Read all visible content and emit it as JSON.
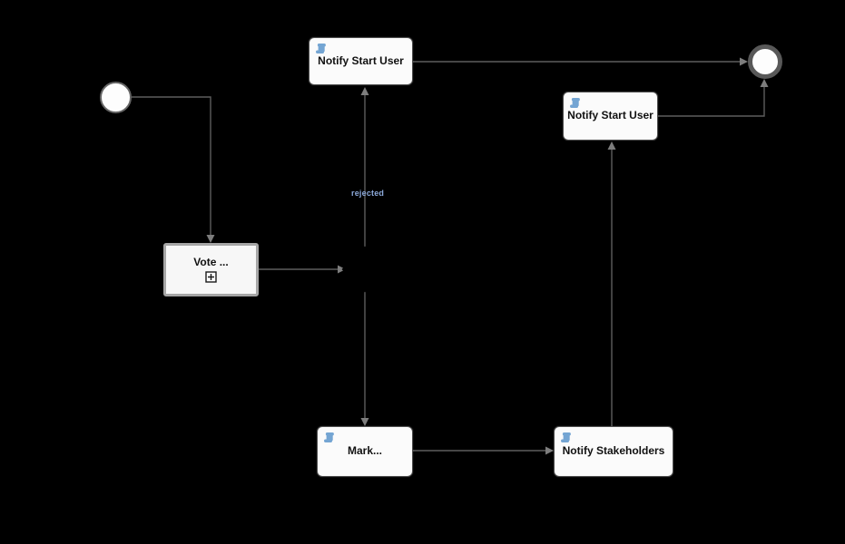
{
  "diagram": {
    "kind": "bpmn-process-diagram",
    "background_color": "#000000",
    "colors": {
      "task_fill": "#fbfbfb",
      "task_border": "#4d4d4d",
      "call_activity_border": "#a6a6a6",
      "flow_line": "#5d5d5d",
      "arrowhead": "#7d7d7d",
      "script_icon_blue": "#74a5d3",
      "node_label_text": "#111111",
      "flow_label_blue": "#8ca9da",
      "end_event_border": "#585858",
      "start_event_border": "#666666"
    },
    "nodes": [
      {
        "id": "start-event",
        "type": "start-event",
        "label": ""
      },
      {
        "id": "task-notify-start-user-top",
        "type": "script-task",
        "label": "Notify Start User"
      },
      {
        "id": "call-activity-vote",
        "type": "call-activity",
        "label": "Vote ...",
        "marker": "collapsed-subprocess-plus"
      },
      {
        "id": "gateway",
        "type": "gateway",
        "label": ""
      },
      {
        "id": "task-mark",
        "type": "script-task",
        "label": "Mark..."
      },
      {
        "id": "task-notify-stakeholders",
        "type": "script-task",
        "label": "Notify Stakeholders"
      },
      {
        "id": "task-notify-start-user-right",
        "type": "script-task",
        "label": "Notify Start User"
      },
      {
        "id": "end-event",
        "type": "end-event",
        "label": ""
      }
    ],
    "flows": [
      {
        "from": "start-event",
        "to": "call-activity-vote",
        "label": ""
      },
      {
        "from": "call-activity-vote",
        "to": "gateway",
        "label": ""
      },
      {
        "from": "gateway",
        "to": "task-notify-start-user-top",
        "label": "rejected"
      },
      {
        "from": "gateway",
        "to": "task-mark",
        "label": ""
      },
      {
        "from": "task-mark",
        "to": "task-notify-stakeholders",
        "label": ""
      },
      {
        "from": "task-notify-stakeholders",
        "to": "task-notify-start-user-right",
        "label": ""
      },
      {
        "from": "task-notify-start-user-right",
        "to": "end-event",
        "label": ""
      },
      {
        "from": "task-notify-start-user-top",
        "to": "end-event",
        "label": ""
      }
    ]
  }
}
